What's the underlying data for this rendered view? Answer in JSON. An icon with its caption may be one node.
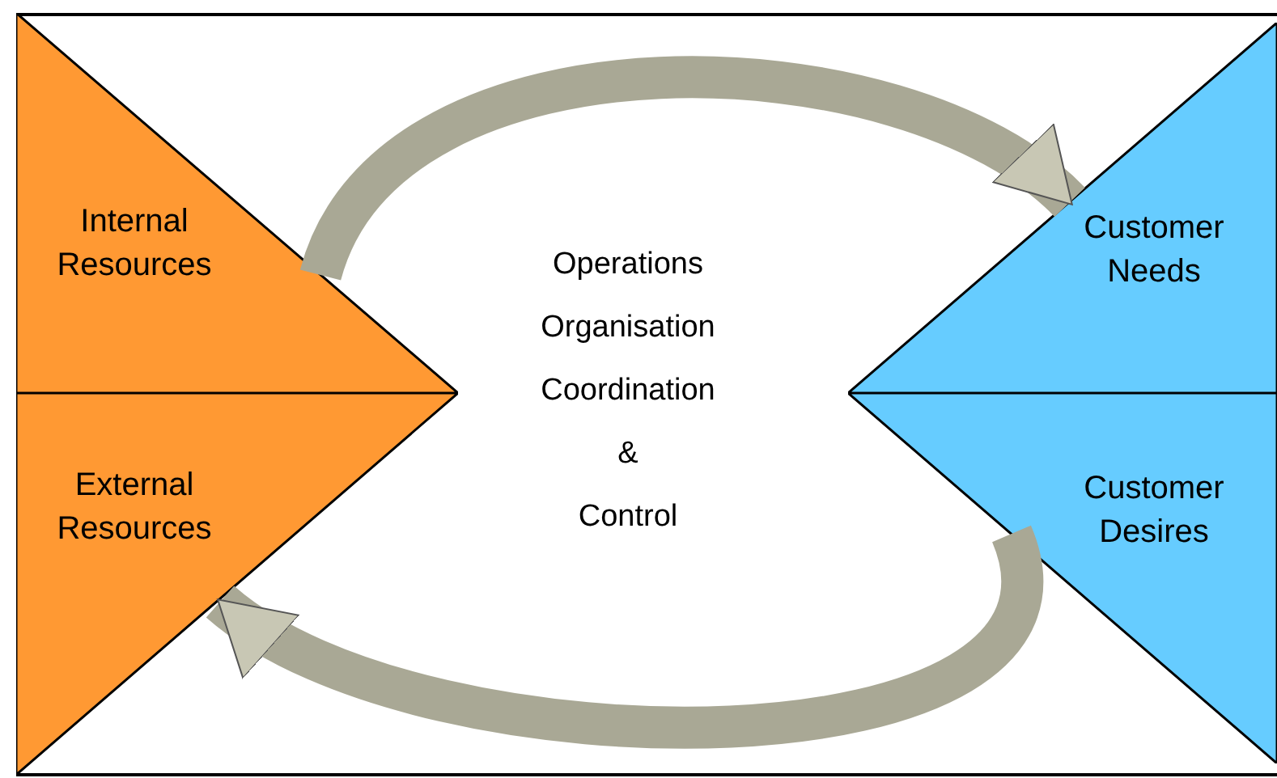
{
  "diagram": {
    "nodes": [
      {
        "text": [
          "Internal Resources"
        ]
      },
      {
        "text": [
          "External Resources"
        ]
      },
      {
        "text": [
          "Customer Needs"
        ]
      },
      {
        "text": [
          "Customer Desires"
        ]
      }
    ],
    "edges": [
      {
        "from": 0,
        "to": 2,
        "arrow": "to"
      },
      {
        "from": 3,
        "to": 1,
        "arrow": "to"
      }
    ],
    "labels": [
      "Operations",
      "Organisation",
      "Coordination",
      "&",
      "Control"
    ]
  }
}
